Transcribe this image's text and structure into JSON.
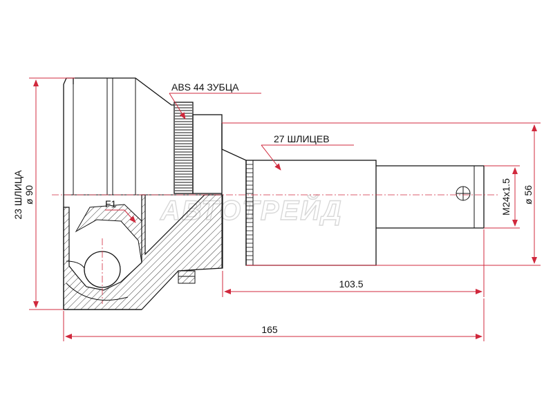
{
  "labels": {
    "abs_teeth": "ABS 44 ЗУБЦА",
    "outer_splines": "27 ШЛИЦЕВ",
    "inner_splines": "23 ШЛИЦА",
    "f1": "F1"
  },
  "dimensions": {
    "outer_diameter": "ø 90",
    "thread": "M24x1.5",
    "shaft_diameter": "ø 56",
    "shaft_length": "103.5",
    "overall_length": "165"
  },
  "watermark": "АВТОТРЕЙД",
  "colors": {
    "dimension_line": "#d0283c",
    "outline": "#111111",
    "watermark": "#d8d8d8"
  }
}
